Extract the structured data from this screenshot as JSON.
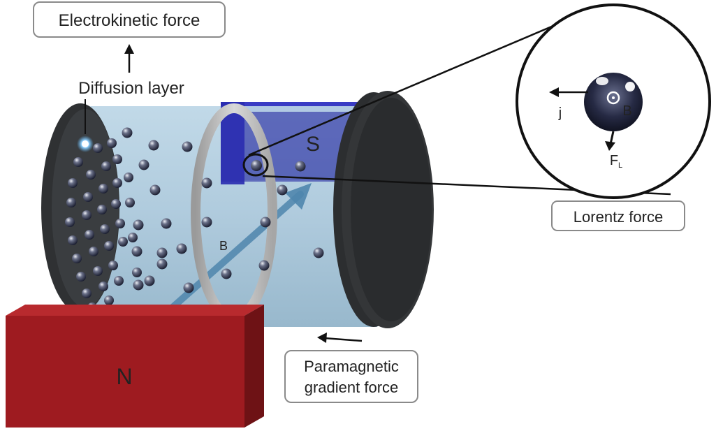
{
  "labels": {
    "electrokinetic": "Electrokinetic force",
    "diffusion": "Diffusion layer",
    "lorentz": "Lorentz force",
    "paramagnetic_line1": "Paramagnetic",
    "paramagnetic_line2": "gradient force",
    "magnet_south": "S",
    "magnet_north": "N",
    "field_b": "B",
    "zoom_j": "j",
    "zoom_b": "B",
    "zoom_f": "F",
    "zoom_f_sub": "L"
  },
  "colors": {
    "electrolyte": "#a9c8dc",
    "electrode": "#2f3133",
    "magnet_north": "#9e1b20",
    "magnet_south": "#1c1e9e",
    "field_arrow": "#4f86ad",
    "ring": "#b5b5b5"
  }
}
